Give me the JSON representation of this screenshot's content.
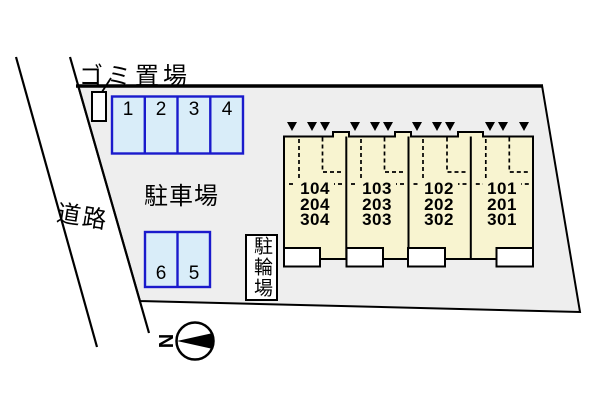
{
  "labels": {
    "garbage": "ゴミ置場",
    "road": "道路",
    "parking": "駐車場",
    "bicycle": "駐輪場",
    "compass_north": "N"
  },
  "parking": {
    "top_row": [
      "1",
      "2",
      "3",
      "4"
    ],
    "bottom_row": [
      "6",
      "5"
    ]
  },
  "building": {
    "units": [
      {
        "rooms": [
          "104",
          "204",
          "304"
        ]
      },
      {
        "rooms": [
          "103",
          "203",
          "303"
        ]
      },
      {
        "rooms": [
          "102",
          "202",
          "302"
        ]
      },
      {
        "rooms": [
          "101",
          "201",
          "301"
        ]
      }
    ]
  },
  "colors": {
    "site_fill": "#eeeeee",
    "building_fill": "#f8f4d0",
    "parking_fill": "#d9edf9",
    "parking_border": "#1a1acc",
    "line": "#000000"
  }
}
